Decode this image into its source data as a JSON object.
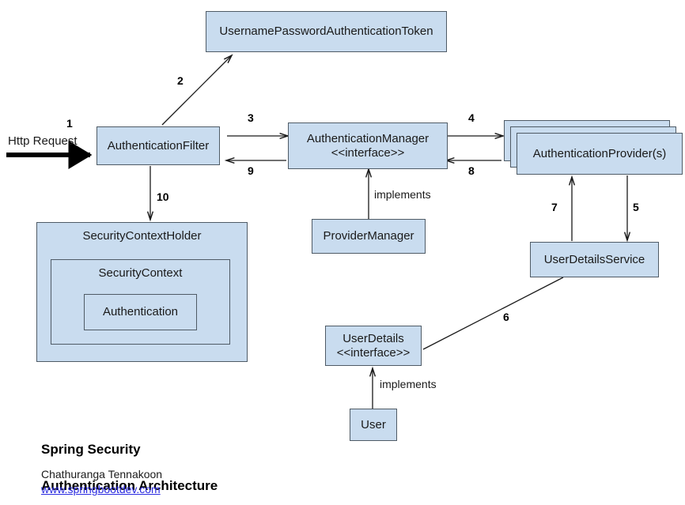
{
  "diagram": {
    "title_line1": "Spring Security",
    "title_line2": "Authentication Architecture",
    "author": "Chathuranga Tennakoon",
    "website": "www.springbootdev.com",
    "box_fill_color": "#c9dcef",
    "box_border_color": "#4f5b66",
    "link_color": "#2a2ae0",
    "background_color": "#ffffff"
  },
  "nodes": {
    "token": "UsernamePasswordAuthenticationToken",
    "auth_filter": "AuthenticationFilter",
    "auth_manager": "AuthenticationManager\n<<interface>>",
    "auth_provider": "AuthenticationProvider(s)",
    "provider_manager": "ProviderManager",
    "user_details_service": "UserDetailsService",
    "user_details": "UserDetails\n<<interface>>",
    "user": "User",
    "security_context_holder": "SecurityContextHolder",
    "security_context": "SecurityContext",
    "authentication": "Authentication"
  },
  "edges": {
    "http_request": "Http Request",
    "step1": "1",
    "step2": "2",
    "step3": "3",
    "step4": "4",
    "step5": "5",
    "step6": "6",
    "step7": "7",
    "step8": "8",
    "step9": "9",
    "step10": "10",
    "implements_manager": "implements",
    "implements_user": "implements"
  }
}
